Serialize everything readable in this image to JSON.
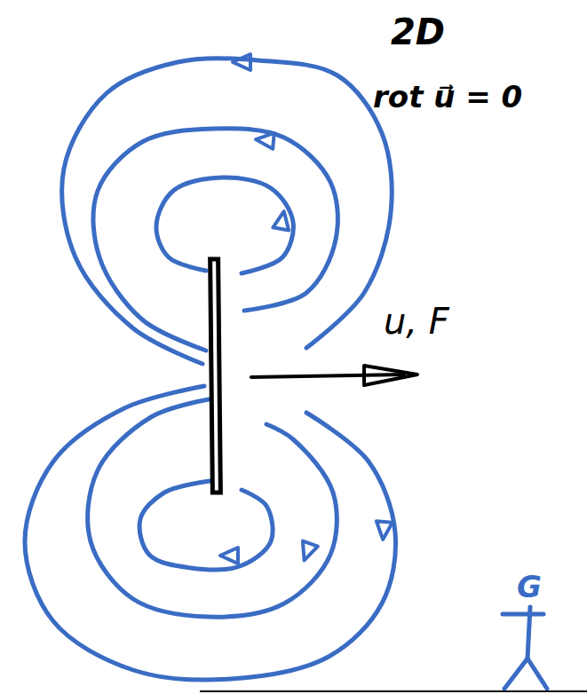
{
  "diagram": {
    "labels": [
      "2D",
      "rot u⃗ = 0",
      "u, F",
      "G"
    ]
  }
}
